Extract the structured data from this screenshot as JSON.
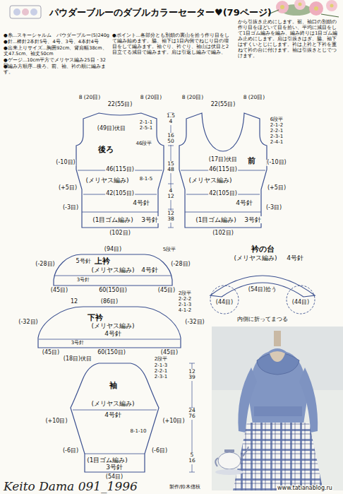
{
  "diagram": {
    "title": "パウダーブルーのダブルカラーセーター♥(79ページ)",
    "nodes": [
      {
        "text": [
          "後ろ",
          "(メリヤス編み)",
          "4号針",
          "(1目ゴム編み)",
          "3号針"
        ]
      },
      {
        "text": [
          "前",
          "(メリヤス編み)",
          "4号針",
          "(1目ゴム編み)",
          "3号針"
        ]
      },
      {
        "text": [
          "上衿",
          "(メリヤス編み)",
          "4号針"
        ]
      },
      {
        "text": [
          "下衿",
          "(メリヤス編み)",
          "4号針"
        ]
      },
      {
        "text": [
          "衿の台",
          "(メリヤス編み)",
          "4号針"
        ]
      },
      {
        "text": [
          "袖",
          "(メリヤス編み)",
          "4号針",
          "(1目ゴム編み)",
          "3号針"
        ]
      }
    ],
    "labels": [
      "●糸…スキーシャルム　パウダーブルー(5)240g",
      "●針…棒針2本針5号、4号、3号、4本針4号",
      "●出来上りサイズ…胸囲92cm、背肩幅38cm、丈47.5cm、袖丈50cm",
      "●ゲージ…10cm平方でメリヤス編み25目・32段",
      "●編み方順序…後ろ、前、袖、衿の順に編みます。",
      "●ポイント…各部分とも別鎖の裏山を拾う作り目をして編み始めます。脇、袖下は1目内側でねじり目の増目をして編みます。袖ぐり、衿ぐり、袖山は伏目と2目立てる減目で編みます。肩は引返し編みで編み、",
      "から引抜き止めにします。裾、袖口の別鎖の作り目をほどいて目を拾い、平均に減目をして1目ゴム編みを編み、編み終りは1目ゴム編み止めにします。肩は引抜きはぎ、脇、袖下はすくいとじにします。衿は上衿と下衿を重ねて衿の台に付けます。袖は引抜きとじでつけます。",
      "(49目)伏目",
      "8 (20目)",
      "22(55目)",
      "8 (20目)",
      "2-1-1",
      "2-5-1",
      "46段平",
      "(-10目)",
      "46(115目)",
      "(+5目)",
      "42(105目)",
      "(-3目)",
      "8-1-5",
      "(102目)",
      "1.5 4",
      "16 50",
      "15 48",
      "4 12",
      "12 38",
      "8 (20目)",
      "22(55目)",
      "8 (20目)",
      "6段平",
      "2-1-2",
      "2-2-1",
      "2-3-1",
      "2-4-1",
      "(17目)伏目",
      "(-10目)",
      "46(115目)",
      "(+5目)",
      "42(105目)",
      "(-3目)",
      "(102目)",
      "(94目)",
      "(-28目)",
      "5号針",
      "(-28目)",
      "3号針",
      "(45目)",
      "(45目)",
      "60(150目)",
      "5段平",
      "(86目)",
      "12",
      "(-32目)",
      "(-32目)",
      "3号針",
      "(45目)",
      "(45目)",
      "60(150目)",
      "2段平",
      "2-2-2",
      "2-1-3",
      "4-1-2",
      "(54目)拾う",
      "(44目)",
      "(44目)",
      "内側に折ってまつる",
      "(18目)伏目",
      "2-1-3",
      "2-2-1",
      "2-3-1",
      "(+10目)",
      "(+10目)",
      "(-6目)",
      "(-6目)",
      "(54目)",
      "12 39",
      "24 76",
      "5 16",
      "8-1-10",
      "2段平",
      "Keito Dama 091_1996",
      "製作/鈴木信枝",
      "www.tatianablog.ru"
    ]
  }
}
